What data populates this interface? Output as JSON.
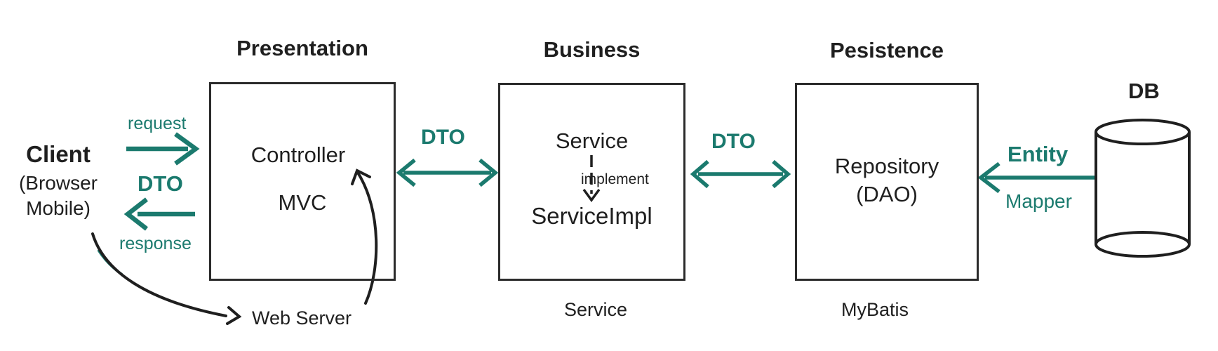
{
  "colors": {
    "accent": "#1b7a6e",
    "ink": "#1f1f1f"
  },
  "client": {
    "title": "Client",
    "sub1": "(Browser",
    "sub2": "Mobile)"
  },
  "client_flow": {
    "request": "request",
    "dto": "DTO",
    "response": "response"
  },
  "presentation": {
    "title": "Presentation",
    "controller": "Controller",
    "mvc": "MVC",
    "web_server": "Web Server"
  },
  "business": {
    "title": "Business",
    "service": "Service",
    "implement": "implement",
    "service_impl": "ServiceImpl",
    "caption": "Service"
  },
  "persistence": {
    "title": "Pesistence",
    "repository": "Repository",
    "dao": "(DAO)",
    "caption": "MyBatis"
  },
  "links": {
    "dto_presentation_business": "DTO",
    "dto_business_persistence": "DTO",
    "entity": "Entity",
    "mapper": "Mapper"
  },
  "db": {
    "title": "DB"
  }
}
